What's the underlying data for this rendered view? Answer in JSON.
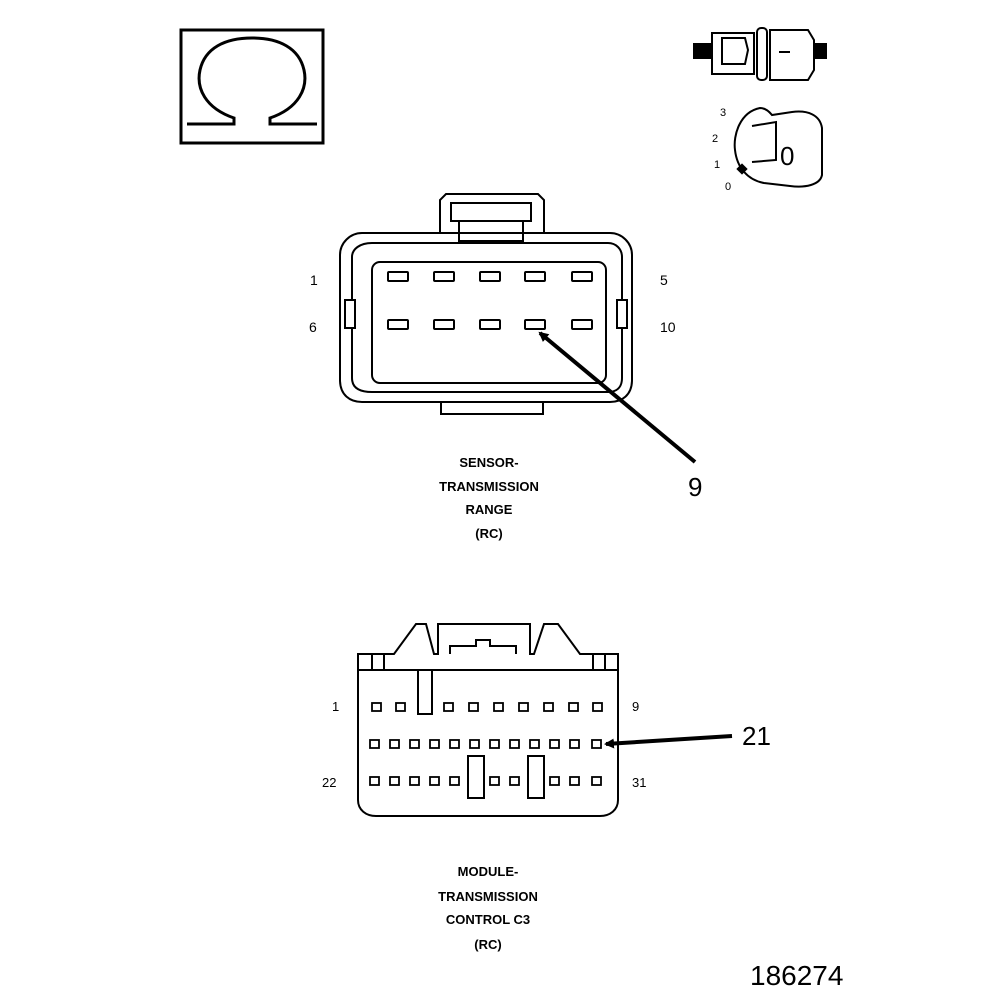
{
  "ohmmeter_symbol": {
    "icon": "ohm-symbol-icon"
  },
  "ignition_key": {
    "icon": "ignition-key-icon",
    "positions": [
      "3",
      "2",
      "1",
      "0"
    ],
    "current_position": "0"
  },
  "connector_test_icon": {
    "icon": "test-probe-connector-icon"
  },
  "sensor_connector": {
    "label_lines": [
      "SENSOR-",
      "TRANSMISSION",
      "RANGE",
      "(RC)"
    ],
    "pin_labels": {
      "top_left": "1",
      "top_right": "5",
      "bottom_left": "6",
      "bottom_right": "10"
    },
    "callout_pin": "9"
  },
  "module_connector": {
    "label_lines": [
      "MODULE-",
      "TRANSMISSION",
      "CONTROL C3",
      "(RC)"
    ],
    "pin_labels": {
      "top_left": "1",
      "top_right": "9",
      "bottom_left": "22",
      "bottom_right": "31"
    },
    "callout_pin": "21"
  },
  "figure_number": "186274"
}
